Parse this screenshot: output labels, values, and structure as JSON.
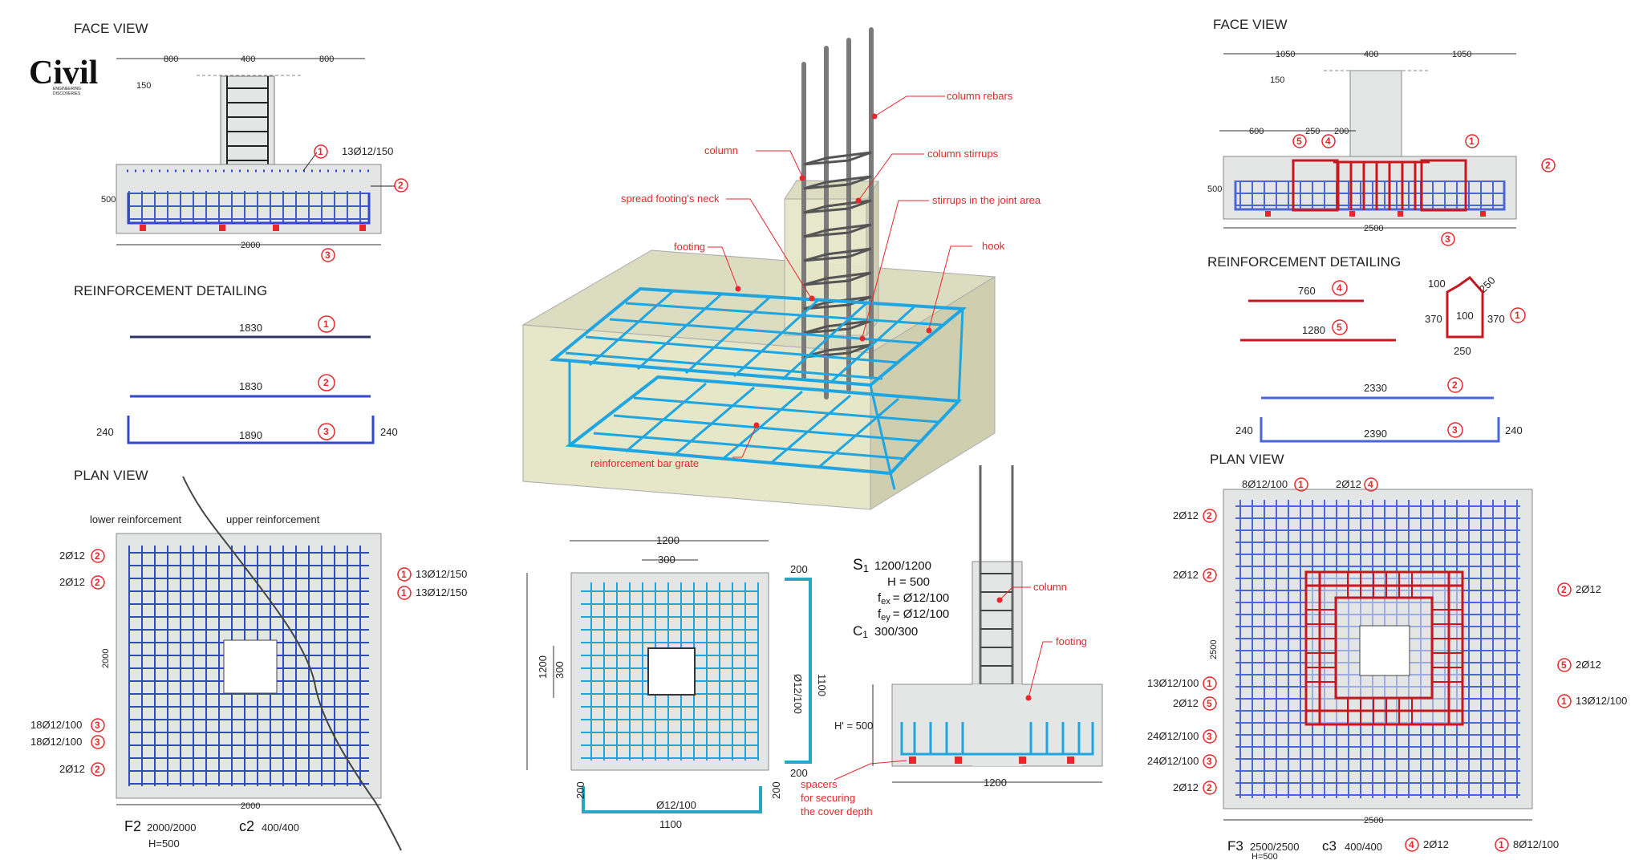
{
  "logo": {
    "text": "Civil",
    "sub1": "ENGINEERING",
    "sub2": "DISCOVERIES"
  },
  "left": {
    "face_title": "FACE VIEW",
    "dims_top": [
      "800",
      "400",
      "800"
    ],
    "cover": "150",
    "height": "500",
    "width": "2000",
    "callout_1": "13Ø12/150",
    "detailing_title": "REINFORCEMENT DETAILING",
    "bar1_len": "1830",
    "bar2_len": "1830",
    "bar3_len": "1890",
    "bar3_leg_left": "240",
    "bar3_leg_right": "240",
    "plan_title": "PLAN VIEW",
    "lower_label": "lower reinforcement",
    "upper_label": "upper reinforcement",
    "plan_callouts_left": [
      "2Ø12",
      "2Ø12",
      "18Ø12/100",
      "18Ø12/100",
      "2Ø12"
    ],
    "plan_callouts_right": [
      "13Ø12/150",
      "13Ø12/150"
    ],
    "plan_side": "2000",
    "plan_bottom": "2000",
    "f_label": "F2",
    "f_dims": "2000/2000",
    "f_h": "H=500",
    "c_label": "c2",
    "c_dims": "400/400"
  },
  "middle": {
    "labels": {
      "column_rebars": "column rebars",
      "column": "column",
      "column_stirrups": "column stirrups",
      "neck": "spread footing's neck",
      "joint": "stirrups in the joint area",
      "footing": "footing",
      "hook": "hook",
      "grate": "reinforcement bar grate"
    },
    "plan": {
      "top_outer": "1200",
      "top_inner": "300",
      "side_outer": "1200",
      "side_inner": "300",
      "bar_v_top": "200",
      "bar_v_bottom": "200",
      "bar_v_label": "Ø12/100",
      "bar_v_len": "1100",
      "bar_h_left": "200",
      "bar_h_right": "200",
      "bar_h_label": "Ø12/100",
      "bar_h_len": "1100"
    },
    "spec": {
      "s1": "S",
      "s1_sub": "1",
      "s1_dims": "1200/1200",
      "h": "H = 500",
      "fex": "f",
      "fex_sub": "ex",
      "fex_val": "= Ø12/100",
      "fey": "f",
      "fey_sub": "ey",
      "fey_val": "= Ø12/100",
      "c1": "C",
      "c1_sub": "1",
      "c1_dims": "300/300"
    },
    "section": {
      "column": "column",
      "footing": "footing",
      "h_prime": "H' = 500",
      "width": "1200",
      "spacers1": "spacers",
      "spacers2": "for securing",
      "spacers3": "the cover depth"
    }
  },
  "right": {
    "face_title": "FACE VIEW",
    "dims_top": [
      "1050",
      "400",
      "1050"
    ],
    "cover": "150",
    "dims_mid": [
      "600",
      "250",
      "200"
    ],
    "height": "500",
    "width": "2500",
    "detailing_title": "REINFORCEMENT DETAILING",
    "bar4_len": "760",
    "bar5_len": "1280",
    "bar2_len": "2330",
    "bar3_len": "2390",
    "bar3_leg_left": "240",
    "bar3_leg_right": "240",
    "stirrup": {
      "top": "100",
      "diag": "250",
      "left": "370",
      "inner": "100",
      "right": "370",
      "bottom": "250"
    },
    "plan_title": "PLAN VIEW",
    "plan_top": [
      "8Ø12/100",
      "2Ø12"
    ],
    "plan_left": [
      "2Ø12",
      "2Ø12",
      "13Ø12/100",
      "2Ø12",
      "24Ø12/100",
      "24Ø12/100",
      "2Ø12"
    ],
    "plan_right": [
      "2Ø12",
      "2Ø12",
      "13Ø12/100"
    ],
    "plan_bottom": [
      "2Ø12",
      "8Ø12/100"
    ],
    "plan_side": "2500",
    "plan_width": "2500",
    "f_label": "F3",
    "f_dims": "2500/2500",
    "f_h": "H=500",
    "c_label": "c3",
    "c_dims": "400/400"
  },
  "colors": {
    "blue": "#3247c9",
    "cyan": "#1fa6e0",
    "red": "#c8181f",
    "concrete": "#e4e5e5",
    "callout": "#e8262b"
  }
}
